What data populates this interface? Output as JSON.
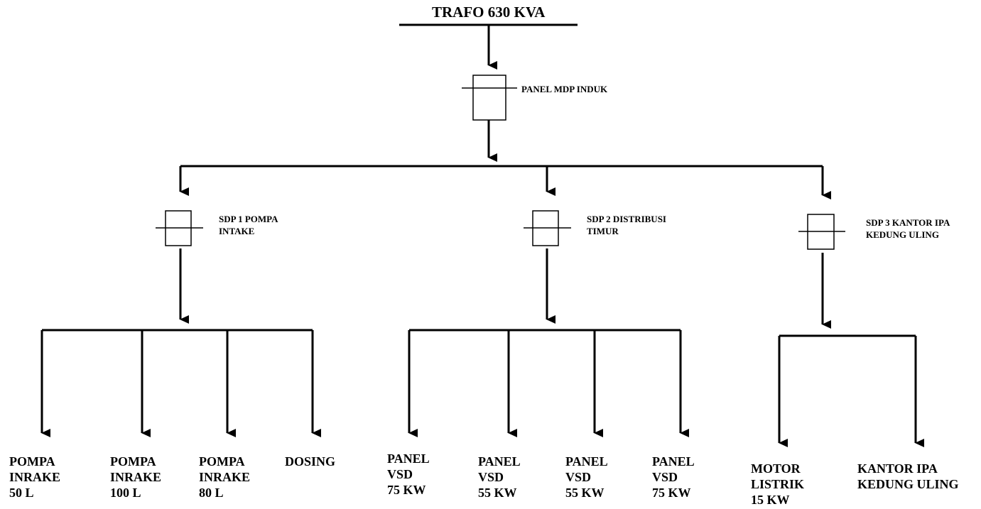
{
  "title": "TRAFO 630 KVA",
  "mdp": {
    "label": "PANEL MDP INDUK"
  },
  "sdp": [
    {
      "label": "SDP 1  POMPA\nINTAKE"
    },
    {
      "label": "SDP 2 DISTRIBUSI\nTIMUR"
    },
    {
      "label": "SDP 3 KANTOR IPA\nKEDUNG ULING"
    }
  ],
  "loads": [
    {
      "label": "POMPA\nINRAKE\n50 L"
    },
    {
      "label": "POMPA\nINRAKE\n100 L"
    },
    {
      "label": "POMPA\nINRAKE\n80 L"
    },
    {
      "label": "DOSING"
    },
    {
      "label": "PANEL\nVSD\n75 KW"
    },
    {
      "label": "PANEL\nVSD\n55 KW"
    },
    {
      "label": "PANEL\nVSD\n55 KW"
    },
    {
      "label": "PANEL\nVSD\n75 KW"
    },
    {
      "label": "MOTOR\nLISTRIK\n15 KW"
    },
    {
      "label": "KANTOR IPA\nKEDUNG ULING"
    }
  ]
}
